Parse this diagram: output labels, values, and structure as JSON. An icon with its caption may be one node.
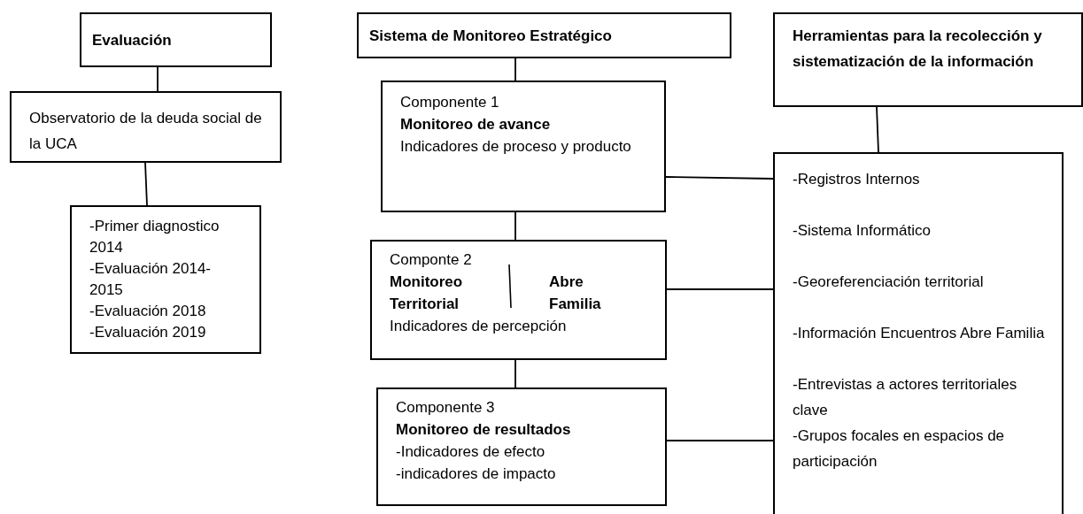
{
  "diagram": {
    "nodes": [
      {
        "text": [
          "Evaluación"
        ]
      },
      {
        "text": [
          "Observatorio de la deuda social de la UCA"
        ]
      },
      {
        "text": [
          "-Primer diagnostico 2014",
          "-Evaluación 2014-2015",
          "-Evaluación 2018",
          "-Evaluación 2019"
        ]
      },
      {
        "text": [
          "Sistema de Monitoreo Estratégico"
        ]
      },
      {
        "text": [
          "Componente 1",
          "Monitoreo de avance",
          "Indicadores de proceso y producto"
        ]
      },
      {
        "text": [
          "Componte 2",
          "Monitoreo Territorial",
          "Abre Familia",
          "Indicadores de percepción"
        ]
      },
      {
        "text": [
          "Componente 3",
          "Monitoreo de resultados",
          "-Indicadores de efecto",
          "-indicadores de impacto"
        ]
      },
      {
        "text": [
          "Herramientas para la recolección y sistematización de la información"
        ]
      },
      {
        "text": [
          "-Registros Internos",
          "-Sistema Informático",
          "-Georeferenciación territorial",
          "-Información Encuentros Abre Familia",
          "-Entrevistas a actores territoriales clave",
          "-Grupos focales en espacios de participación"
        ]
      }
    ],
    "edges": [
      {
        "from": 0,
        "to": 1,
        "arrow": "none"
      },
      {
        "from": 1,
        "to": 2,
        "arrow": "none"
      },
      {
        "from": 3,
        "to": 4,
        "arrow": "none"
      },
      {
        "from": 4,
        "to": 5,
        "arrow": "none"
      },
      {
        "from": 5,
        "to": 6,
        "arrow": "none"
      },
      {
        "from": 7,
        "to": 8,
        "arrow": "none"
      },
      {
        "from": 4,
        "to": 8,
        "arrow": "none"
      },
      {
        "from": 5,
        "to": 8,
        "arrow": "none"
      },
      {
        "from": 6,
        "to": 8,
        "arrow": "none"
      }
    ]
  }
}
